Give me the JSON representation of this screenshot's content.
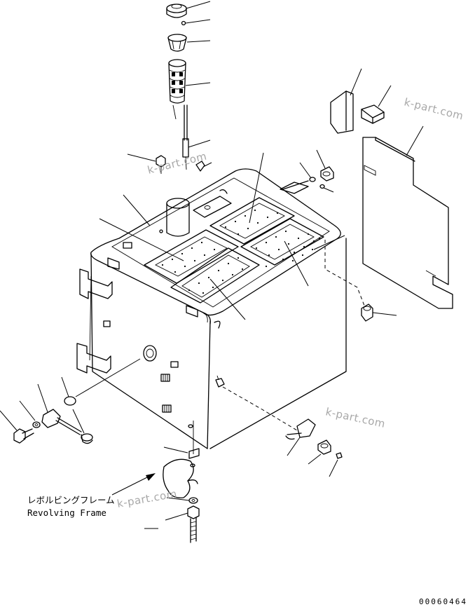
{
  "diagram": {
    "label_ja": "レボルビングフレーム",
    "label_en": "Revolving Frame",
    "watermark": "k-part.com",
    "drawing_code": "00060464"
  }
}
